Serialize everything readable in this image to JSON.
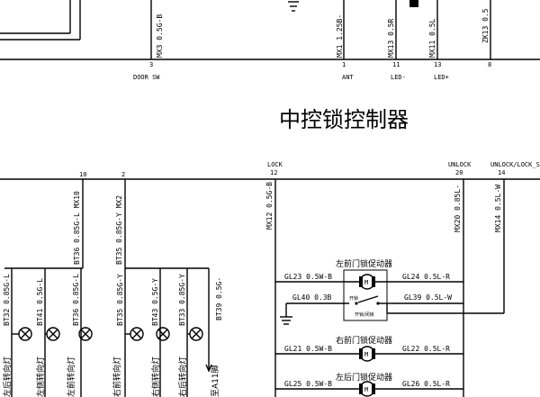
{
  "title": "中控锁控制器",
  "top_pins": [
    {
      "num": "3",
      "name": "DOOR SW",
      "wire": "MX3 0.5G-B"
    },
    {
      "num": "1",
      "name": "ANT",
      "wire": "MX1 1.25B-"
    },
    {
      "num": "11",
      "name": "LED-",
      "wire": "MX13 0.5R"
    },
    {
      "num": "13",
      "name": "LED+",
      "wire": "MX11 0.5L"
    },
    {
      "num": "8",
      "name": "",
      "wire": "ZK13 0.5"
    }
  ],
  "ctrl_pins": [
    {
      "name": "LOCK",
      "num": "12",
      "wire": "MX12 0.5G-B"
    },
    {
      "name": "UNLOCK",
      "num": "20",
      "wire": "MX20 0.85L-"
    },
    {
      "name": "UNLOCK/LOCK_S",
      "num": "14",
      "wire": "MX14 0.5L-W"
    }
  ],
  "left_pins": [
    {
      "num": "10",
      "wire": "BT36 0.85G-L MX10"
    },
    {
      "num": "2",
      "wire": "BT35 0.85G-Y MX2"
    }
  ],
  "left_lamp_wires": [
    "BT32 0.85G-L",
    "BT41 0.5G-L",
    "BT36 0.85G-L"
  ],
  "right_lamp_wires": [
    "BT35 0.85G-Y",
    "BT43 0.5G-Y",
    "BT33 0.85G-Y",
    "BT39 0.5G-"
  ],
  "lamps": [
    "左后转向灯",
    "左侧转向灯",
    "左前转向灯",
    "右前转向灯",
    "右侧转向灯",
    "右后转向灯"
  ],
  "ground_note": "至A11脚",
  "actuators": [
    {
      "name": "左前门锁促动器",
      "left_wire": "GL23 0.5W-B",
      "right_wire": "GL24 0.5L-R",
      "lower_left_wire": "GL40 0.3B",
      "lower_right_wire": "GL39 0.5L-W",
      "switch_label": "开锁",
      "switch_caption": "开锁/闭锁"
    },
    {
      "name": "右前门锁促动器",
      "left_wire": "GL21 0.5W-B",
      "right_wire": "GL22 0.5L-R"
    },
    {
      "name": "左后门锁促动器",
      "left_wire": "GL25 0.5W-B",
      "right_wire": "GL26 0.5L-R"
    }
  ],
  "motor_symbol": "M"
}
